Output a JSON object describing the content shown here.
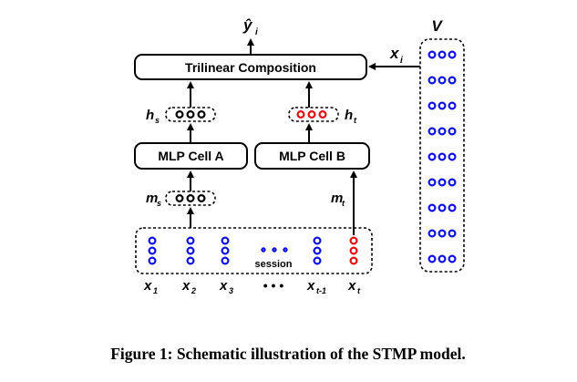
{
  "diagram": {
    "output_label": "ŷ",
    "output_sub": "i",
    "v_label": "V",
    "x_i_label": "x",
    "x_i_sub": "i",
    "trilinear_label": "Trilinear Composition",
    "h_s_label": "h",
    "h_s_sub": "s",
    "h_t_label": "h",
    "h_t_sub": "t",
    "mlp_a_label": "MLP Cell A",
    "mlp_b_label": "MLP Cell B",
    "m_s_label": "m",
    "m_s_sub": "s",
    "m_t_label": "m",
    "m_t_sub": "t",
    "session_label": "session",
    "inputs": [
      {
        "base": "x",
        "sub": "1"
      },
      {
        "base": "x",
        "sub": "2"
      },
      {
        "base": "x",
        "sub": "3"
      },
      {
        "base": "x",
        "sub": "t-1"
      },
      {
        "base": "x",
        "sub": "t"
      }
    ],
    "ellipsis": "• • •"
  },
  "caption": "Figure 1: Schematic illustration of the STMP model.",
  "colors": {
    "item_dots": "#1010e0",
    "target_dots": "#e01010",
    "hidden_dots": "#000000"
  }
}
